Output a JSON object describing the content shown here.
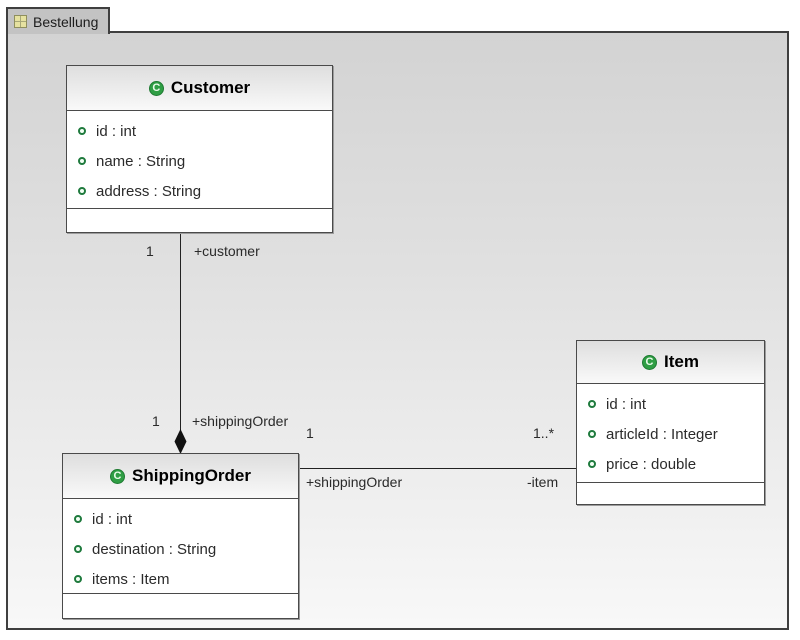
{
  "tab": {
    "label": "Bestellung"
  },
  "icons": {
    "class_letter": "C"
  },
  "classes": {
    "customer": {
      "name": "Customer",
      "attributes": [
        "id : int",
        "name : String",
        "address : String"
      ],
      "operations": []
    },
    "shippingOrder": {
      "name": "ShippingOrder",
      "attributes": [
        "id : int",
        "destination : String",
        "items : Item"
      ],
      "operations": []
    },
    "item": {
      "name": "Item",
      "attributes": [
        "id : int",
        "articleId : Integer",
        "price : double"
      ],
      "operations": []
    }
  },
  "associations": {
    "customer_shippingOrder": {
      "type": "composition",
      "customer_end": {
        "multiplicity": "1",
        "role": "+customer"
      },
      "shippingOrder_end": {
        "multiplicity": "1",
        "role": "+shippingOrder"
      }
    },
    "shippingOrder_item": {
      "type": "association",
      "shippingOrder_end": {
        "multiplicity": "1",
        "role": "+shippingOrder"
      },
      "item_end": {
        "multiplicity": "1..*",
        "role": "-item"
      }
    }
  },
  "colors": {
    "frame_background_top": "#d3d3d3",
    "frame_background_bottom": "#f8f8f8",
    "tab_background": "#c3c3c3",
    "class_icon_green": "#2f9e44",
    "attribute_icon_green": "#1f7a3d",
    "line": "#222222"
  }
}
